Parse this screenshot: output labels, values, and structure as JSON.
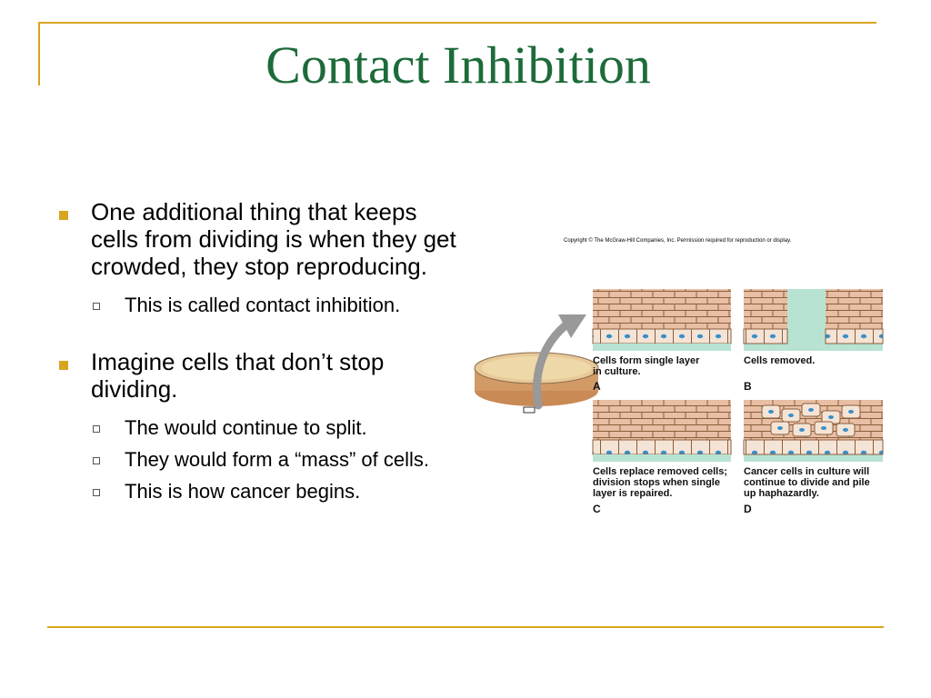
{
  "title": "Contact Inhibition",
  "bullets": [
    {
      "text": "One additional thing that keeps cells from dividing is when they get crowded, they stop reproducing.",
      "sub": [
        "This is called contact inhibition."
      ]
    },
    {
      "text": "Imagine cells that don’t stop dividing.",
      "sub": [
        "The would continue to split.",
        "They would form a “mass” of cells.",
        "This is how cancer begins."
      ]
    }
  ],
  "figure": {
    "copyright": "Copyright © The McGraw-Hill Companies, Inc. Permission required for reproduction or display.",
    "panels": [
      {
        "letter": "A",
        "caption_lines": [
          "Cells form single layer",
          "in culture."
        ]
      },
      {
        "letter": "B",
        "caption_lines": [
          "Cells removed."
        ]
      },
      {
        "letter": "C",
        "caption_lines": [
          "Cells replace removed cells;",
          "division stops when single",
          "layer is repaired."
        ]
      },
      {
        "letter": "D",
        "caption_lines": [
          "Cancer cells in culture will",
          "continue to divide and pile",
          "up haphazardly."
        ]
      }
    ]
  },
  "colors": {
    "title": "#1d6b3a",
    "accent_rule": "#d9a520",
    "cell_fill": "#e8bfa4",
    "cell_line": "#8b5e3c",
    "nucleus": "#3a8fc8",
    "medium": "#b8e3d3"
  }
}
